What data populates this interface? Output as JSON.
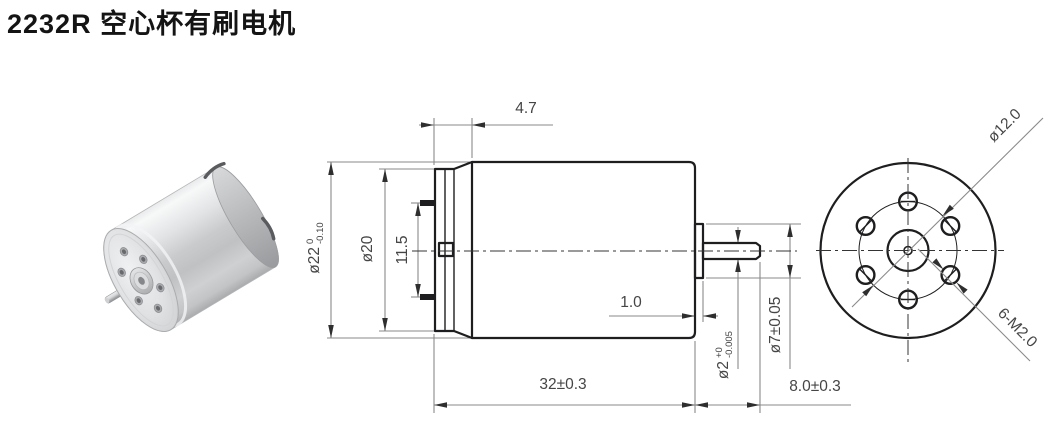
{
  "page": {
    "title": "2232R 空心杯有刷电机",
    "background_color": "#ffffff",
    "line_color": "#1e1e20",
    "dimension_line_color": "#8a8a8a",
    "text_color": "#454545"
  },
  "side_view": {
    "dim_cap_length": "4.7",
    "dim_body_diameter": {
      "main": "ø22",
      "tol_top": "0",
      "tol_bottom": "-0.10"
    },
    "dim_cap_diameter": "ø20",
    "dim_terminal_spacing": "11.5",
    "dim_boss_thickness": "1.0",
    "dim_shaft_diameter": {
      "main": "ø2",
      "tol_top": "+0",
      "tol_bottom": "-0.005"
    },
    "dim_boss_diameter": "ø7±0.05",
    "dim_body_length": "32±0.3",
    "dim_shaft_length": "8.0±0.3"
  },
  "end_view": {
    "dim_bolt_circle_diameter": "ø12.0",
    "dim_mounting_holes": "6-M2.0"
  }
}
